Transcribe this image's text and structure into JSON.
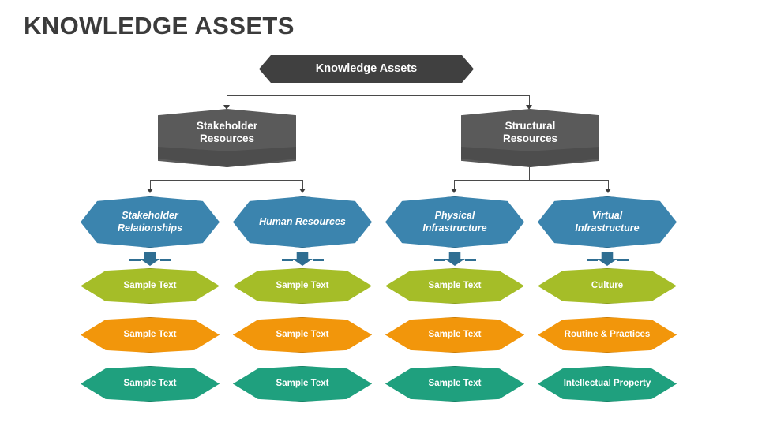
{
  "page": {
    "title": "KNOWLEDGE ASSETS",
    "background_color": "#ffffff"
  },
  "colors": {
    "title": "#3b3b3b",
    "root": "#404040",
    "level2": "#5a5a5a",
    "level3": "#3b84ae",
    "row_olive": "#a5bd28",
    "row_orange": "#f2960b",
    "row_teal": "#1fa07e",
    "connector": "#4a4a4a"
  },
  "diagram": {
    "root": {
      "label": "Knowledge Assets"
    },
    "level2": [
      {
        "label": "Stakeholder\nResources",
        "line1": "Stakeholder",
        "line2": "Resources"
      },
      {
        "label": "Structural\nResources",
        "line1": "Structural",
        "line2": "Resources"
      }
    ],
    "level3": [
      {
        "line1": "Stakeholder",
        "line2": "Relationships"
      },
      {
        "line1": "Human Resources",
        "line2": ""
      },
      {
        "line1": "Physical",
        "line2": "Infrastructure"
      },
      {
        "line1": "Virtual",
        "line2": "Infrastructure"
      }
    ],
    "rows": [
      {
        "name": "olive-row",
        "color": "#a5bd28",
        "cells": [
          "Sample Text",
          "Sample Text",
          "Sample Text",
          "Culture"
        ]
      },
      {
        "name": "orange-row",
        "color": "#f2960b",
        "cells": [
          "Sample Text",
          "Sample Text",
          "Sample Text",
          "Routine & Practices"
        ]
      },
      {
        "name": "teal-row",
        "color": "#1fa07e",
        "cells": [
          "Sample Text",
          "Sample Text",
          "Sample Text",
          "Intellectual Property"
        ]
      }
    ]
  }
}
